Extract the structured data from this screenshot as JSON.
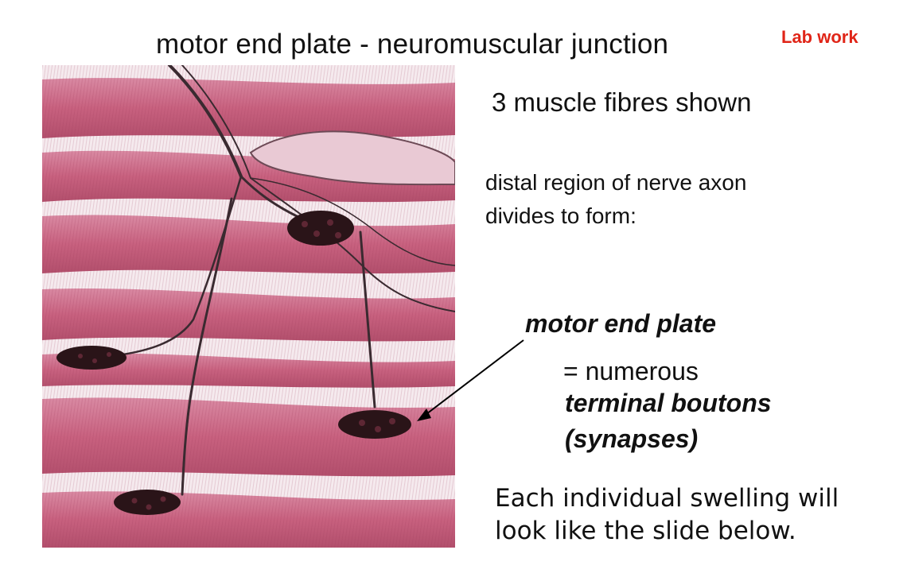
{
  "slide": {
    "title": "motor end plate - neuromuscular junction",
    "tag": "Lab work",
    "fibres_text": "3 muscle fibres shown",
    "distal_line1": "distal region of nerve axon",
    "distal_line2": "divides to form:",
    "motor_end_plate": "motor end plate",
    "numerous": "= numerous",
    "terminal_boutons": "terminal boutons",
    "synapses": "(synapses)",
    "note_line1": "Each individual swelling will",
    "note_line2": "look like the slide below."
  },
  "colors": {
    "tag": "#e02518",
    "fibre": "#c96383",
    "fibre_dark": "#a9405f",
    "gap": "#f6eef1",
    "nerve": "#3a2a30",
    "bouton": "#2a1418"
  }
}
